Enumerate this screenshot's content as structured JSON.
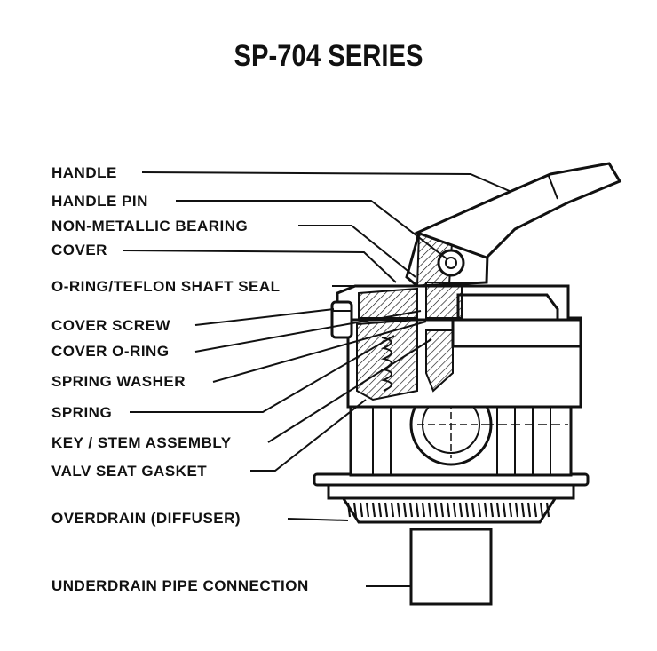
{
  "title": "SP-704 SERIES",
  "labels": [
    "HANDLE",
    "HANDLE PIN",
    "NON-METALLIC BEARING",
    "COVER",
    "O-RING/TEFLON SHAFT SEAL",
    "COVER SCREW",
    "COVER O-RING",
    "SPRING WASHER",
    "SPRING",
    "KEY / STEM ASSEMBLY",
    "VALV SEAT GASKET",
    "OVERDRAIN (DIFFUSER)",
    "UNDERDRAIN PIPE CONNECTION"
  ]
}
